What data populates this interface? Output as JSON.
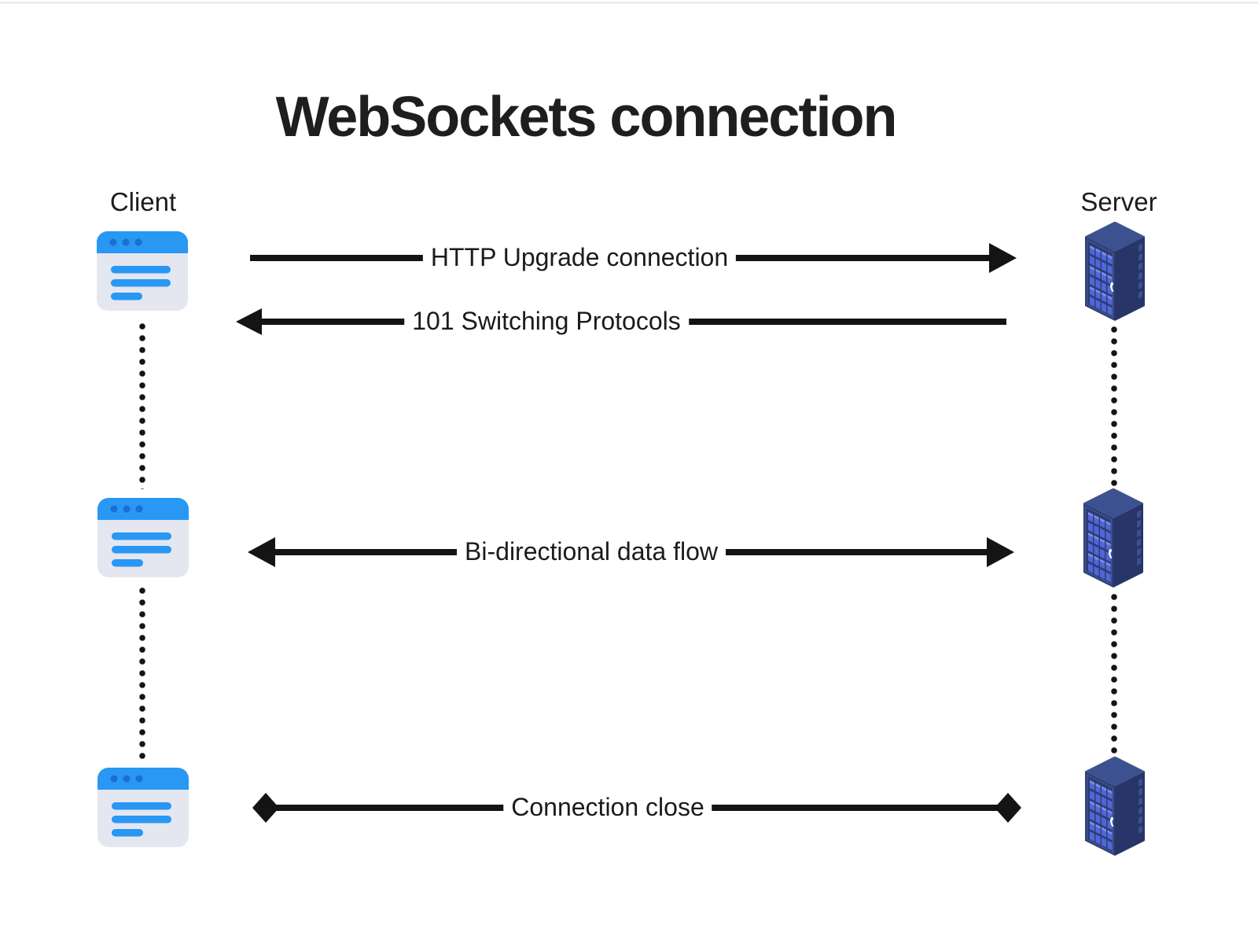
{
  "title": "WebSockets connection",
  "columns": {
    "client": "Client",
    "server": "Server"
  },
  "messages": [
    {
      "label": "HTTP Upgrade connection",
      "from": "client",
      "to": "server",
      "arrow": "right"
    },
    {
      "label": "101 Switching Protocols",
      "from": "server",
      "to": "client",
      "arrow": "left"
    },
    {
      "label": "Bi-directional data flow",
      "from": "both",
      "to": "both",
      "arrow": "double-headed"
    },
    {
      "label": "Connection close",
      "from": "both",
      "to": "both",
      "arrow": "diamond-endpoints"
    }
  ],
  "icons": {
    "client": "browser-window-icon",
    "server": "server-rack-icon"
  },
  "colors": {
    "accent_blue": "#2997f4",
    "window_dot_blue": "#1a6ed6",
    "window_body_gray": "#e4e7f0",
    "server_top": "#3c5190",
    "server_front": "#2c3d74",
    "server_side": "#273568",
    "server_led": "#5066d9",
    "server_led_light": "#7b8ceb",
    "line_black": "#141414",
    "text_dark": "#1e1e1e"
  }
}
